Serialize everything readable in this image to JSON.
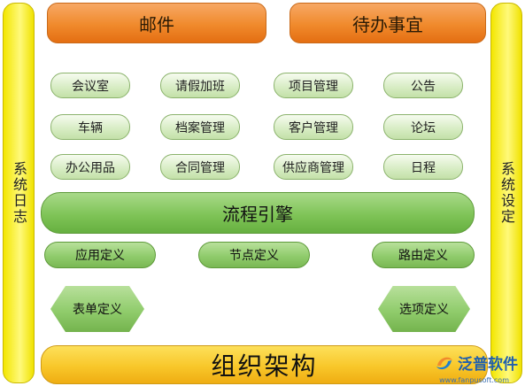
{
  "side_left": {
    "label": "系统日志"
  },
  "side_right": {
    "label": "系统设定"
  },
  "top": {
    "mail": "邮件",
    "todo": "待办事宜"
  },
  "modules": [
    [
      "会议室",
      "请假加班",
      "项目管理",
      "公告"
    ],
    [
      "车辆",
      "档案管理",
      "客户管理",
      "论坛"
    ],
    [
      "办公用品",
      "合同管理",
      "供应商管理",
      "日程"
    ]
  ],
  "engine": {
    "label": "流程引擎"
  },
  "definitions": {
    "app": "应用定义",
    "node": "节点定义",
    "route": "路由定义",
    "form": "表单定义",
    "option": "选项定义"
  },
  "org": {
    "label": "组织架构"
  },
  "logo": {
    "name": "泛普软件",
    "url": "www.fanpusoft.com"
  },
  "colors": {
    "orange": "#f08a2c",
    "yellow": "#f3e600",
    "green": "#7fc457",
    "org_bar": "#f8c72a"
  }
}
